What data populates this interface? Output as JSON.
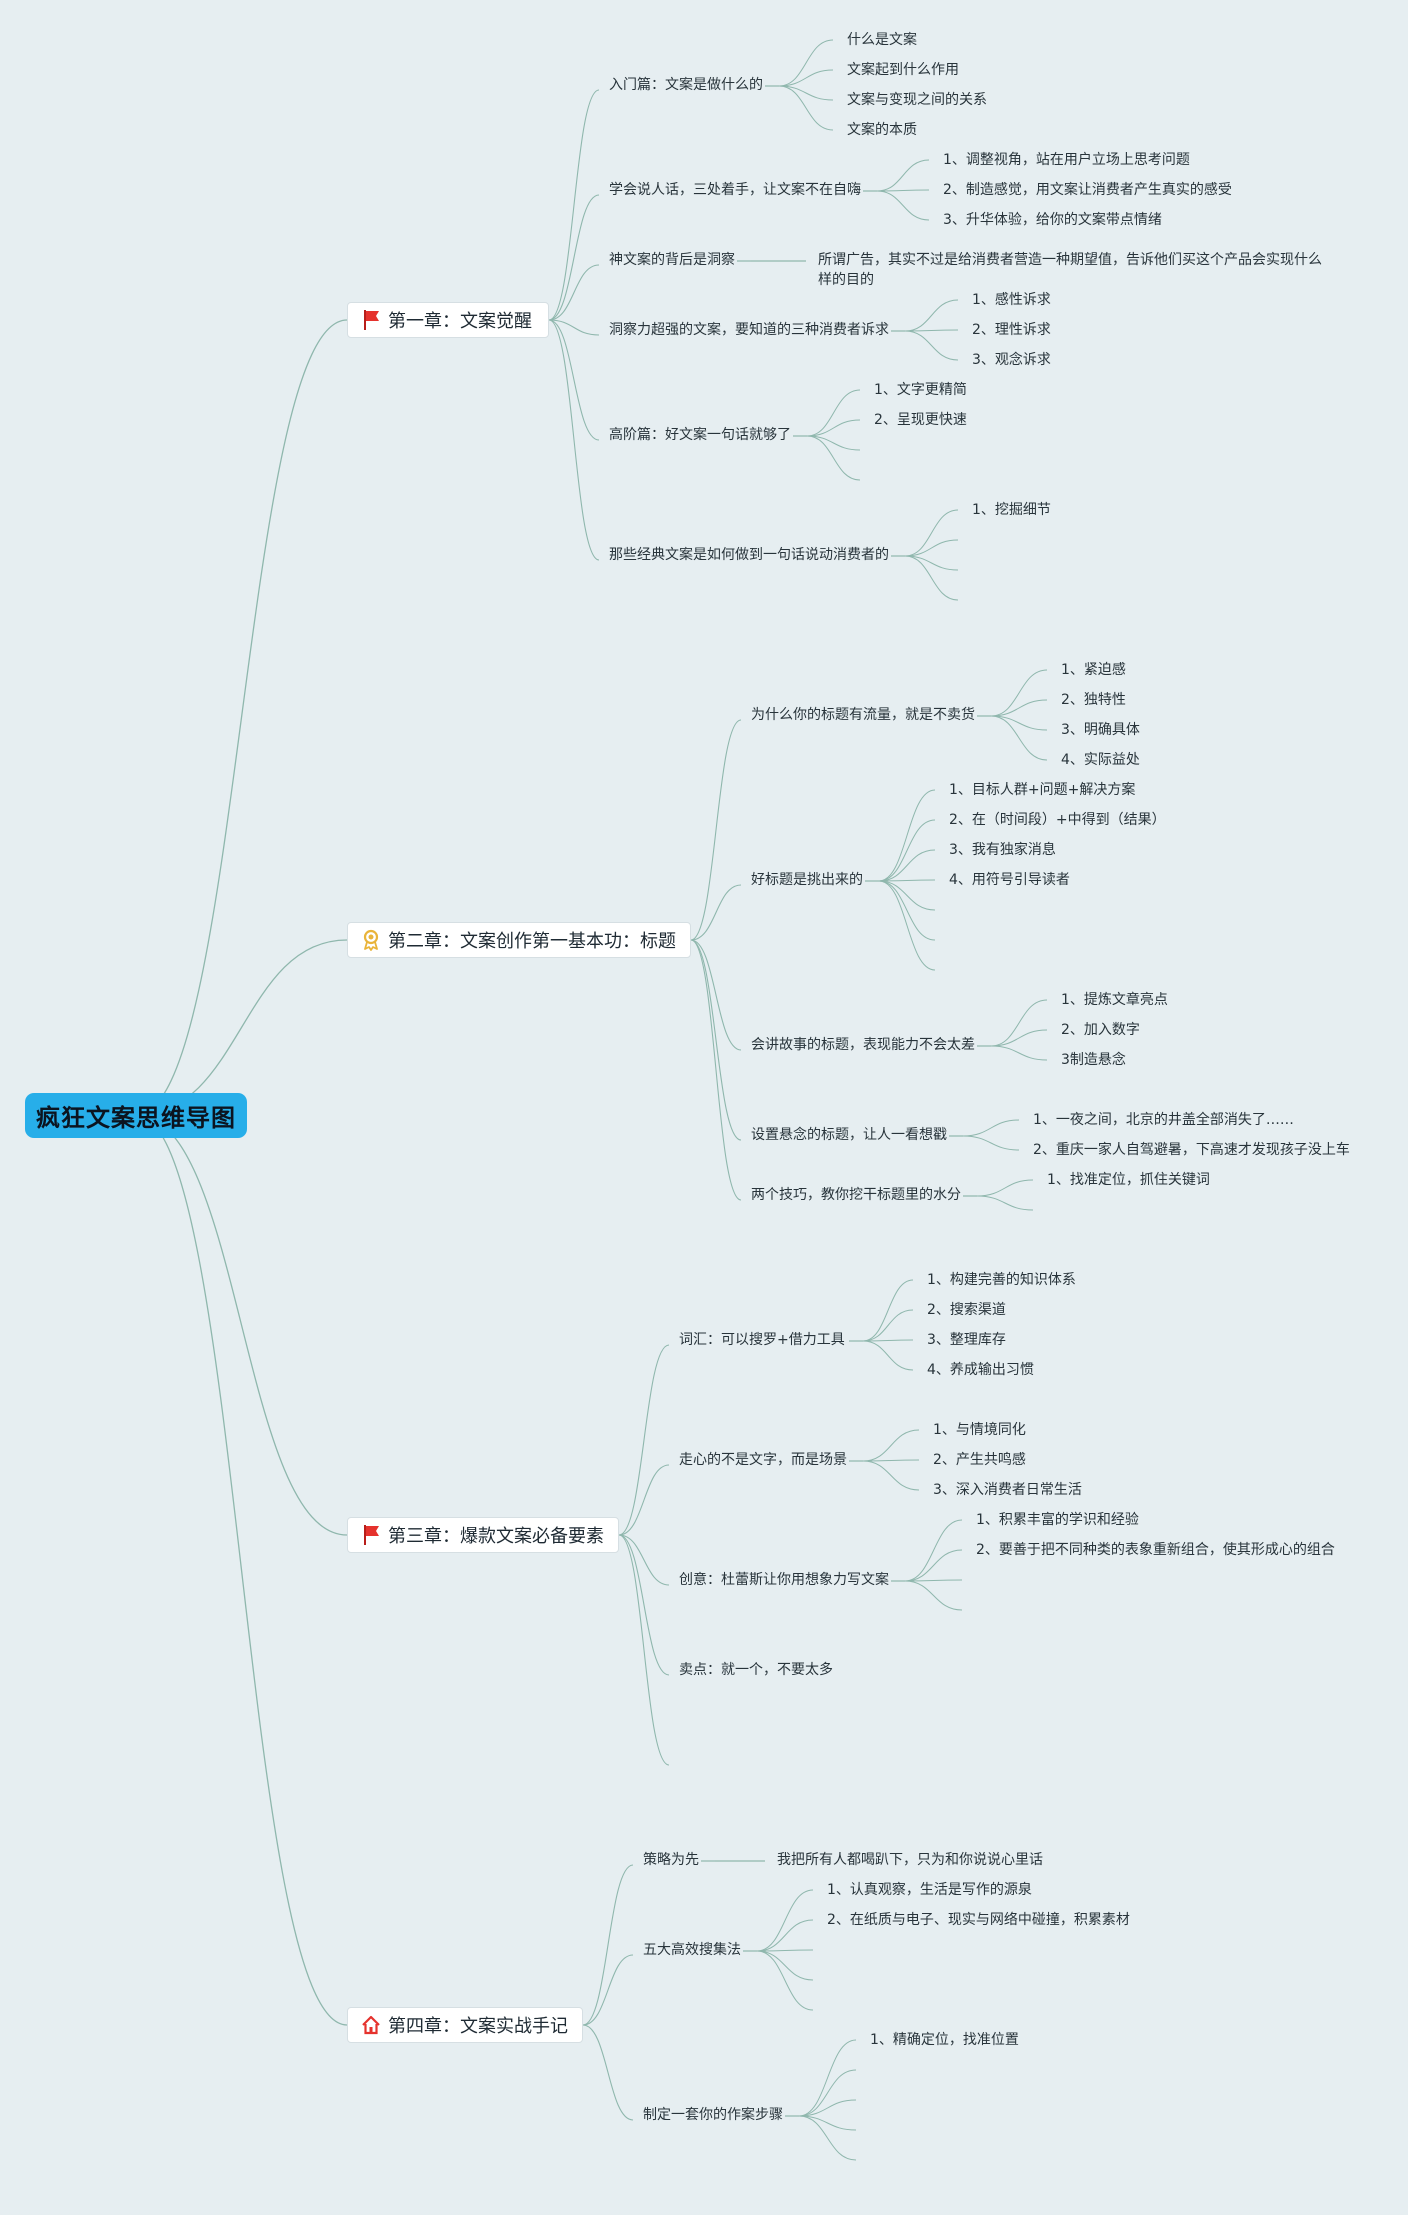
{
  "root": {
    "label": "疯狂文案思维导图"
  },
  "chapters": [
    {
      "label": "第一章：文案觉醒",
      "icon": "red-flag-icon",
      "topics": [
        {
          "label": "入门篇：文案是做什么的",
          "children": [
            "什么是文案",
            "文案起到什么作用",
            "文案与变现之间的关系",
            "文案的本质"
          ]
        },
        {
          "label": "学会说人话，三处着手，让文案不在自嗨",
          "children": [
            "1、调整视角，站在用户立场上思考问题",
            "2、制造感觉，用文案让消费者产生真实的感受",
            "3、升华体验，给你的文案带点情绪"
          ]
        },
        {
          "label": "神文案的背后是洞察",
          "children": [
            "所谓广告，其实不过是给消费者营造一种期望值，告诉他们买这个产品会实现什么样的目的"
          ]
        },
        {
          "label": "洞察力超强的文案，要知道的三种消费者诉求",
          "children": [
            "1、感性诉求",
            "2、理性诉求",
            "3、观念诉求"
          ]
        },
        {
          "label": "高阶篇：好文案一句话就够了",
          "children": [
            "1、文字更精简",
            "2、呈现更快速",
            "",
            ""
          ]
        },
        {
          "label": "那些经典文案是如何做到一句话说动消费者的",
          "children": [
            "1、挖掘细节",
            "",
            "",
            ""
          ]
        }
      ]
    },
    {
      "label": "第二章：文案创作第一基本功：标题",
      "icon": "award-badge-icon",
      "topics": [
        {
          "label": "为什么你的标题有流量，就是不卖货",
          "children": [
            "1、紧迫感",
            "2、独特性",
            "3、明确具体",
            "4、实际益处"
          ]
        },
        {
          "label": "好标题是挑出来的",
          "children": [
            "1、目标人群+问题+解决方案",
            "2、在（时间段）+中得到（结果）",
            "3、我有独家消息",
            "4、用符号引导读者",
            "",
            "",
            ""
          ]
        },
        {
          "label": "会讲故事的标题，表现能力不会太差",
          "children": [
            "1、提炼文章亮点",
            "2、加入数字",
            "3制造悬念"
          ]
        },
        {
          "label": "设置悬念的标题，让人一看想戳",
          "children": [
            "1、一夜之间，北京的井盖全部消失了……",
            "2、重庆一家人自驾避暑，下高速才发现孩子没上车"
          ]
        },
        {
          "label": "两个技巧，教你挖干标题里的水分",
          "children": [
            "1、找准定位，抓住关键词",
            ""
          ]
        }
      ]
    },
    {
      "label": "第三章：爆款文案必备要素",
      "icon": "red-flag-icon",
      "topics": [
        {
          "label": "词汇：可以搜罗+借力工具",
          "children": [
            "1、构建完善的知识体系",
            "2、搜索渠道",
            "3、整理库存",
            "4、养成输出习惯"
          ]
        },
        {
          "label": "走心的不是文字，而是场景",
          "children": [
            "1、与情境同化",
            "2、产生共鸣感",
            "3、深入消费者日常生活"
          ]
        },
        {
          "label": "创意：杜蕾斯让你用想象力写文案",
          "children": [
            "1、积累丰富的学识和经验",
            "2、要善于把不同种类的表象重新组合，使其形成心的组合",
            "",
            ""
          ]
        },
        {
          "label": "卖点：就一个，不要太多",
          "children": []
        },
        {
          "label": "",
          "children": []
        }
      ]
    },
    {
      "label": "第四章：文案实战手记",
      "icon": "house-icon",
      "topics": [
        {
          "label": "策略为先",
          "children": [
            "我把所有人都喝趴下，只为和你说说心里话"
          ]
        },
        {
          "label": "五大高效搜集法",
          "children": [
            "1、认真观察，生活是写作的源泉",
            "2、在纸质与电子、现实与网络中碰撞，积累素材",
            "",
            "",
            ""
          ]
        },
        {
          "label": "制定一套你的作案步骤",
          "children": [
            "1、精确定位，找准位置",
            "",
            "",
            "",
            ""
          ]
        }
      ]
    }
  ],
  "colors": {
    "link": "#8fb7ad",
    "root_bg": "#27aee9",
    "flag_red": "#e5322d",
    "badge_gold": "#e9b43a",
    "house_red": "#e5322d"
  }
}
